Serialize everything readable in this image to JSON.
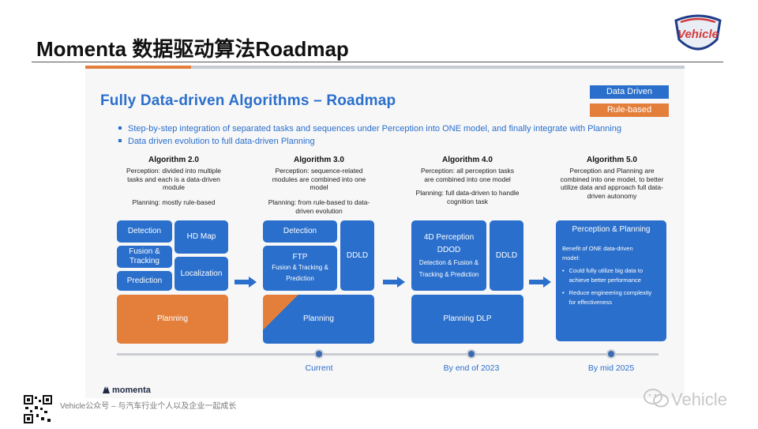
{
  "header": {
    "title": "Momenta 数据驱动算法Roadmap",
    "brand": "Vehicle"
  },
  "slide": {
    "legend": [
      {
        "label": "Data Driven",
        "color": "#2a6fcb"
      },
      {
        "label": "Rule-based",
        "color": "#e47f3b"
      }
    ],
    "heading": "Fully Data-driven Algorithms – Roadmap",
    "bullets": [
      "Step-by-step integration of separated tasks and sequences under Perception into ONE model, and finally integrate with Planning",
      "Data driven evolution to full data-driven Planning"
    ],
    "algorithms": [
      {
        "title": "Algorithm 2.0",
        "perception": "Perception: divided into multiple tasks and each is a data-driven module",
        "planning": "Planning: mostly rule-based",
        "blocks": {
          "detection": "Detection",
          "fusion": "Fusion & Tracking",
          "prediction": "Prediction",
          "hdmap": "HD Map",
          "localization": "Localization",
          "planning": "Planning"
        }
      },
      {
        "title": "Algorithm 3.0",
        "perception": "Perception: sequence-related modules are combined into one model",
        "planning": "Planning: from rule-based to data-driven evolution",
        "blocks": {
          "detection": "Detection",
          "ftp": "FTP",
          "ftp_sub": "Fusion & Tracking & Prediction",
          "ddld": "DDLD",
          "planning": "Planning"
        }
      },
      {
        "title": "Algorithm 4.0",
        "perception": "Perception: all perception tasks are combined into one model",
        "planning": "Planning: full data-driven to handle cognition task",
        "blocks": {
          "p4d": "4D Perception",
          "ddod": "DDOD",
          "sub": "Detection & Fusion & Tracking & Prediction",
          "ddld": "DDLD",
          "planning": "Planning DLP"
        }
      },
      {
        "title": "Algorithm 5.0",
        "perception": "Perception and Planning are combined into one model, to better utilize data and approach full data-driven autonomy",
        "blocks": {
          "main": "Perception & Planning",
          "benefit_title": "Benefit of ONE data-driven model:",
          "benefit_1": "Could fully utilize big data to achieve better performance",
          "benefit_2": "Reduce engineering complexity for effectiveness"
        }
      }
    ],
    "timeline": [
      "Current",
      "By end of 2023",
      "By mid 2025"
    ],
    "logo": "momenta"
  },
  "footer": {
    "text": "Vehicle公众号 – 与汽车行业个人以及企业一起成长",
    "watermark": "Vehicle"
  },
  "colors": {
    "data_driven": "#2a6fcb",
    "rule_based": "#e47f3b",
    "title_rule": "#555555"
  }
}
